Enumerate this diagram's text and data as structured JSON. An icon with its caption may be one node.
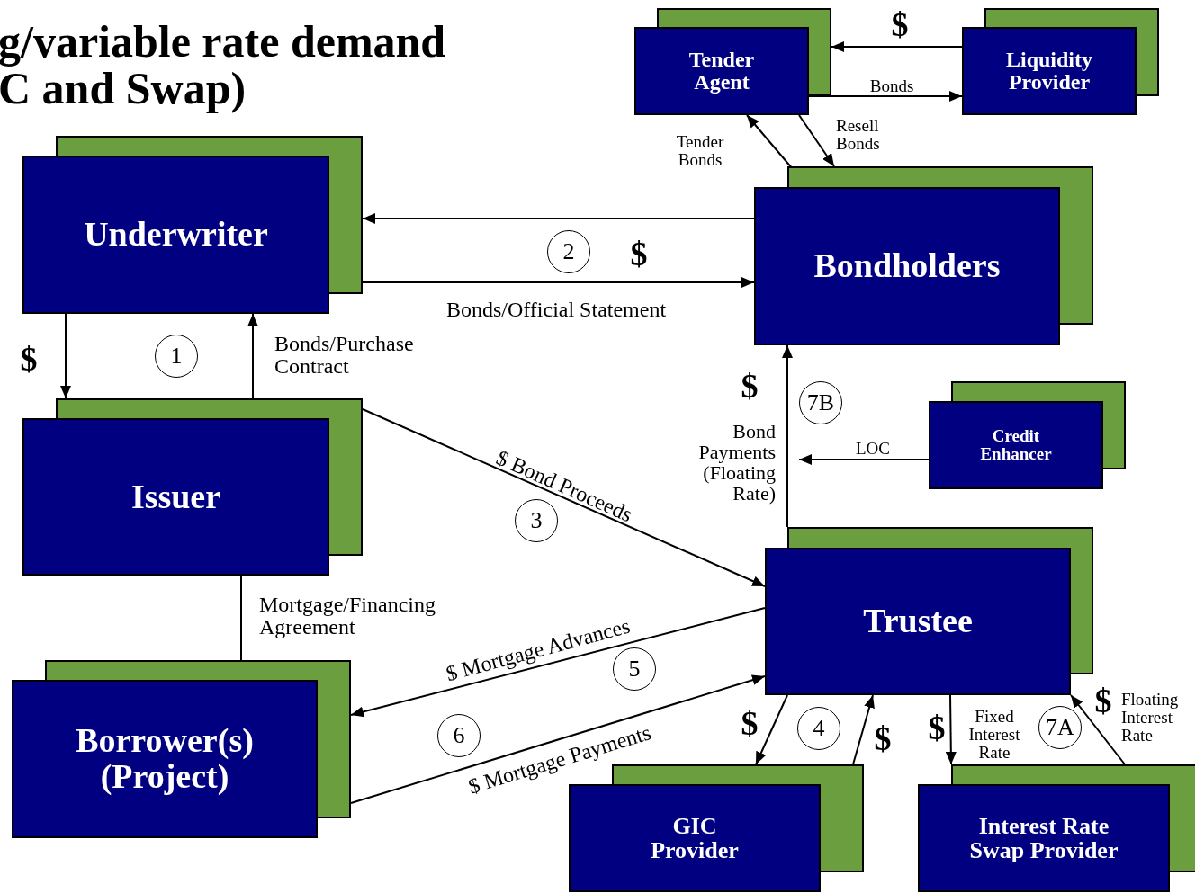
{
  "diagram": {
    "title": "g/variable rate demand C and Swap)",
    "nodes": [
      {
        "text": [
          "Underwriter"
        ]
      },
      {
        "text": [
          "Bondholders"
        ]
      },
      {
        "text": [
          "Tender Agent"
        ]
      },
      {
        "text": [
          "Liquidity Provider"
        ]
      },
      {
        "text": [
          "Issuer"
        ]
      },
      {
        "text": [
          "Credit Enhancer"
        ]
      },
      {
        "text": [
          "Trustee"
        ]
      },
      {
        "text": [
          "Borrower(s) (Project)"
        ]
      },
      {
        "text": [
          "GIC Provider"
        ]
      },
      {
        "text": [
          "Interest Rate Swap Provider"
        ]
      }
    ],
    "edges": [
      {
        "from": 1,
        "to": 0,
        "arrow": "to",
        "label": "$"
      },
      {
        "from": 0,
        "to": 1,
        "arrow": "to",
        "label": "Bonds/Official Statement"
      },
      {
        "from": 0,
        "to": 4,
        "arrow": "to",
        "label": "$"
      },
      {
        "from": 4,
        "to": 0,
        "arrow": "to",
        "label": "Bonds/Purchase Contract"
      },
      {
        "from": 4,
        "to": 6,
        "arrow": "to",
        "label": "$ Bond Proceeds"
      },
      {
        "from": 4,
        "to": 7,
        "arrow": "none",
        "label": "Mortgage/Financing Agreement"
      },
      {
        "from": 6,
        "to": 7,
        "arrow": "to",
        "label": "$ Mortgage Advances"
      },
      {
        "from": 7,
        "to": 6,
        "arrow": "to",
        "label": "$ Mortgage Payments"
      },
      {
        "from": 6,
        "to": 1,
        "arrow": "to",
        "label": "Bond Payments (Floating Rate)"
      },
      {
        "from": 5,
        "to": null,
        "arrow": "to",
        "label": "LOC"
      },
      {
        "from": 3,
        "to": 2,
        "arrow": "to",
        "label": "$"
      },
      {
        "from": 2,
        "to": 3,
        "arrow": "to",
        "label": "Bonds"
      },
      {
        "from": 1,
        "to": 2,
        "arrow": "to",
        "label": "Tender Bonds"
      },
      {
        "from": 2,
        "to": 1,
        "arrow": "to",
        "label": "Resell Bonds"
      },
      {
        "from": 6,
        "to": 8,
        "arrow": "to",
        "label": "$"
      },
      {
        "from": 8,
        "to": 6,
        "arrow": "to",
        "label": "$"
      },
      {
        "from": 6,
        "to": 9,
        "arrow": "to",
        "label": "Fixed Interest Rate"
      },
      {
        "from": 9,
        "to": 6,
        "arrow": "to",
        "label": "Floating Interest Rate"
      }
    ],
    "labels": [
      "2",
      "1",
      "$",
      "7B",
      "3",
      "5",
      "6",
      "4",
      "$",
      "7A",
      "$"
    ]
  }
}
